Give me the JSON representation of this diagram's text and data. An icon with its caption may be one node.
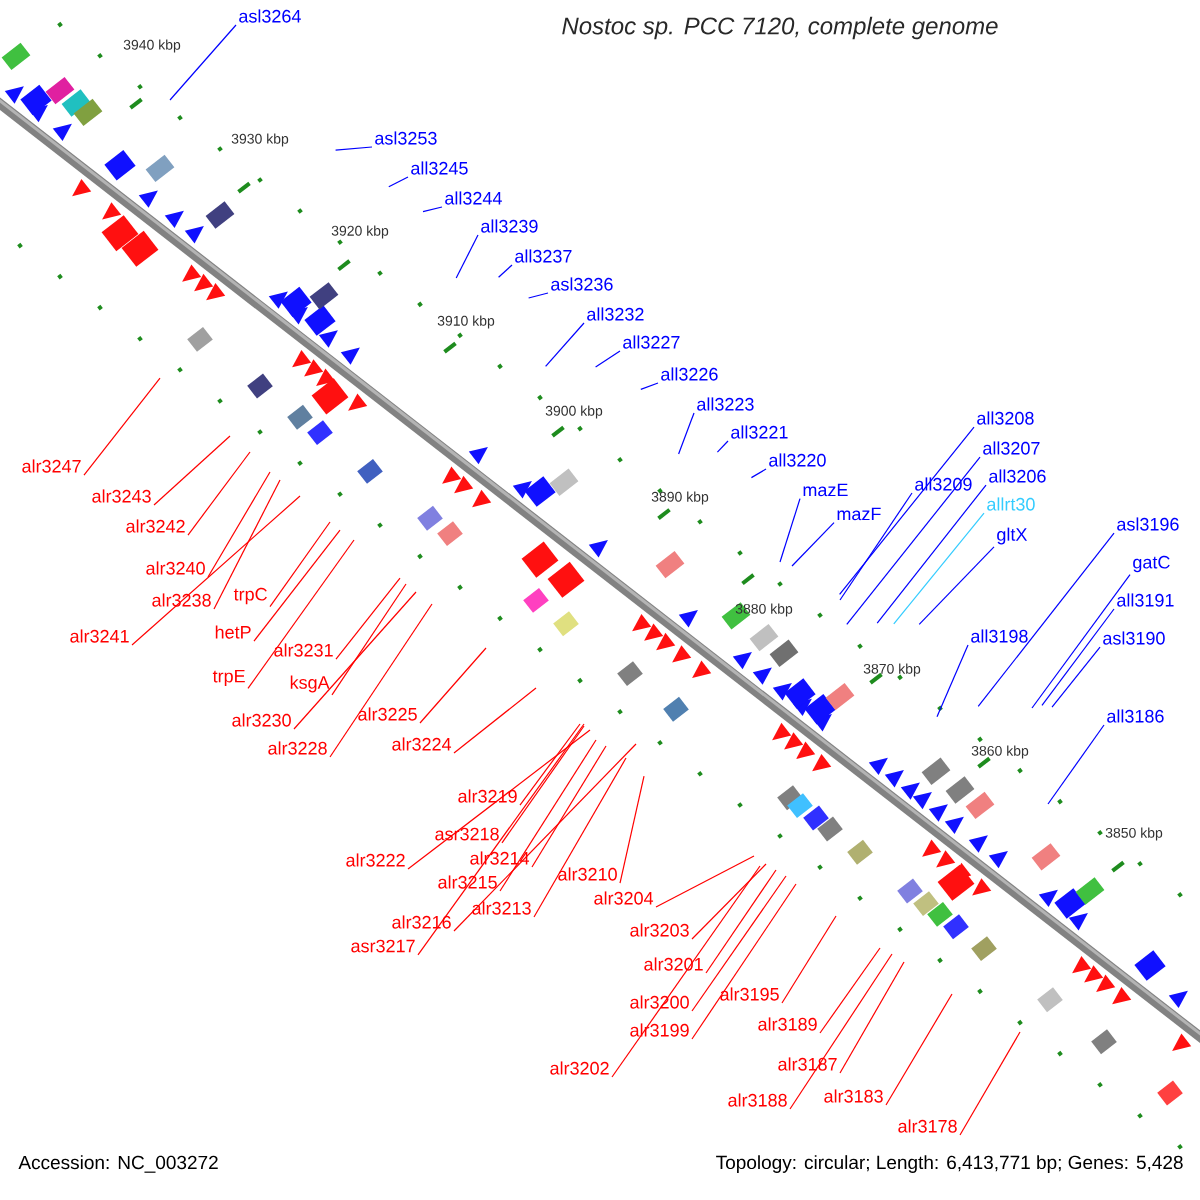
{
  "diagram": {
    "title": "Nostoc sp. PCC 7120, complete genome",
    "nodes": [
      {
        "text": [
          "asl3264"
        ]
      },
      {
        "text": [
          "asl3253"
        ]
      },
      {
        "text": [
          "all3245"
        ]
      },
      {
        "text": [
          "all3244"
        ]
      },
      {
        "text": [
          "all3239"
        ]
      },
      {
        "text": [
          "all3237"
        ]
      },
      {
        "text": [
          "asl3236"
        ]
      },
      {
        "text": [
          "all3232"
        ]
      },
      {
        "text": [
          "all3227"
        ]
      },
      {
        "text": [
          "all3226"
        ]
      },
      {
        "text": [
          "all3223"
        ]
      },
      {
        "text": [
          "all3221"
        ]
      },
      {
        "text": [
          "all3220"
        ]
      },
      {
        "text": [
          "mazE"
        ]
      },
      {
        "text": [
          "mazF"
        ]
      },
      {
        "text": [
          "all3209"
        ]
      },
      {
        "text": [
          "all3208"
        ]
      },
      {
        "text": [
          "all3207"
        ]
      },
      {
        "text": [
          "all3206"
        ]
      },
      {
        "text": [
          "allrt30"
        ]
      },
      {
        "text": [
          "gltX"
        ]
      },
      {
        "text": [
          "all3198"
        ]
      },
      {
        "text": [
          "asl3196"
        ]
      },
      {
        "text": [
          "gatC"
        ]
      },
      {
        "text": [
          "all3191"
        ]
      },
      {
        "text": [
          "asl3190"
        ]
      },
      {
        "text": [
          "all3186"
        ]
      },
      {
        "text": [
          "alr3247"
        ]
      },
      {
        "text": [
          "alr3243"
        ]
      },
      {
        "text": [
          "alr3242"
        ]
      },
      {
        "text": [
          "alr3240"
        ]
      },
      {
        "text": [
          "alr3238"
        ]
      },
      {
        "text": [
          "alr3241"
        ]
      },
      {
        "text": [
          "trpC"
        ]
      },
      {
        "text": [
          "hetP"
        ]
      },
      {
        "text": [
          "trpE"
        ]
      },
      {
        "text": [
          "alr3231"
        ]
      },
      {
        "text": [
          "ksgA"
        ]
      },
      {
        "text": [
          "alr3230"
        ]
      },
      {
        "text": [
          "alr3228"
        ]
      },
      {
        "text": [
          "alr3225"
        ]
      },
      {
        "text": [
          "alr3224"
        ]
      },
      {
        "text": [
          "alr3219"
        ]
      },
      {
        "text": [
          "asr3218"
        ]
      },
      {
        "text": [
          "alr3222"
        ]
      },
      {
        "text": [
          "alr3214"
        ]
      },
      {
        "text": [
          "alr3215"
        ]
      },
      {
        "text": [
          "alr3210"
        ]
      },
      {
        "text": [
          "alr3216"
        ]
      },
      {
        "text": [
          "alr3213"
        ]
      },
      {
        "text": [
          "asr3217"
        ]
      },
      {
        "text": [
          "alr3204"
        ]
      },
      {
        "text": [
          "alr3203"
        ]
      },
      {
        "text": [
          "alr3201"
        ]
      },
      {
        "text": [
          "alr3200"
        ]
      },
      {
        "text": [
          "alr3199"
        ]
      },
      {
        "text": [
          "alr3202"
        ]
      },
      {
        "text": [
          "alr3195"
        ]
      },
      {
        "text": [
          "alr3189"
        ]
      },
      {
        "text": [
          "alr3187"
        ]
      },
      {
        "text": [
          "alr3188"
        ]
      },
      {
        "text": [
          "alr3183"
        ]
      },
      {
        "text": [
          "alr3178"
        ]
      }
    ],
    "edges": [
      {
        "from": 0,
        "to": null,
        "arrow": "none",
        "color": "#0000ff"
      },
      {
        "from": 1,
        "to": null,
        "arrow": "none",
        "color": "#0000ff"
      },
      {
        "from": 2,
        "to": null,
        "arrow": "none",
        "color": "#0000ff"
      },
      {
        "from": 3,
        "to": null,
        "arrow": "none",
        "color": "#0000ff"
      },
      {
        "from": 4,
        "to": null,
        "arrow": "none",
        "color": "#0000ff"
      },
      {
        "from": 5,
        "to": null,
        "arrow": "none",
        "color": "#0000ff"
      },
      {
        "from": 6,
        "to": null,
        "arrow": "none",
        "color": "#0000ff"
      },
      {
        "from": 7,
        "to": null,
        "arrow": "none",
        "color": "#0000ff"
      },
      {
        "from": 8,
        "to": null,
        "arrow": "none",
        "color": "#0000ff"
      },
      {
        "from": 9,
        "to": null,
        "arrow": "none",
        "color": "#0000ff"
      },
      {
        "from": 10,
        "to": null,
        "arrow": "none",
        "color": "#0000ff"
      },
      {
        "from": 11,
        "to": null,
        "arrow": "none",
        "color": "#0000ff"
      },
      {
        "from": 12,
        "to": null,
        "arrow": "none",
        "color": "#0000ff"
      },
      {
        "from": 13,
        "to": null,
        "arrow": "none",
        "color": "#0000ff"
      },
      {
        "from": 14,
        "to": null,
        "arrow": "none",
        "color": "#0000ff"
      },
      {
        "from": 15,
        "to": null,
        "arrow": "none",
        "color": "#0000ff"
      },
      {
        "from": 16,
        "to": null,
        "arrow": "none",
        "color": "#0000ff"
      },
      {
        "from": 17,
        "to": null,
        "arrow": "none",
        "color": "#0000ff"
      },
      {
        "from": 18,
        "to": null,
        "arrow": "none",
        "color": "#0000ff"
      },
      {
        "from": 19,
        "to": null,
        "arrow": "none",
        "color": "#33ccff"
      },
      {
        "from": 20,
        "to": null,
        "arrow": "none",
        "color": "#0000ff"
      },
      {
        "from": 21,
        "to": null,
        "arrow": "none",
        "color": "#0000ff"
      },
      {
        "from": 22,
        "to": null,
        "arrow": "none",
        "color": "#0000ff"
      },
      {
        "from": 23,
        "to": null,
        "arrow": "none",
        "color": "#0000ff"
      },
      {
        "from": 24,
        "to": null,
        "arrow": "none",
        "color": "#0000ff"
      },
      {
        "from": 25,
        "to": null,
        "arrow": "none",
        "color": "#0000ff"
      },
      {
        "from": 26,
        "to": null,
        "arrow": "none",
        "color": "#0000ff"
      },
      {
        "from": 27,
        "to": null,
        "arrow": "none"
      },
      {
        "from": 28,
        "to": null,
        "arrow": "none"
      },
      {
        "from": 29,
        "to": null,
        "arrow": "none"
      },
      {
        "from": 30,
        "to": null,
        "arrow": "none"
      },
      {
        "from": 31,
        "to": null,
        "arrow": "none"
      },
      {
        "from": 32,
        "to": null,
        "arrow": "none"
      },
      {
        "from": 33,
        "to": null,
        "arrow": "none"
      },
      {
        "from": 34,
        "to": null,
        "arrow": "none"
      },
      {
        "from": 35,
        "to": null,
        "arrow": "none"
      },
      {
        "from": 36,
        "to": null,
        "arrow": "none"
      },
      {
        "from": 37,
        "to": null,
        "arrow": "none"
      },
      {
        "from": 38,
        "to": null,
        "arrow": "none"
      },
      {
        "from": 39,
        "to": null,
        "arrow": "none"
      },
      {
        "from": 40,
        "to": null,
        "arrow": "none"
      },
      {
        "from": 41,
        "to": null,
        "arrow": "none"
      },
      {
        "from": 42,
        "to": null,
        "arrow": "none"
      },
      {
        "from": 43,
        "to": null,
        "arrow": "none"
      },
      {
        "from": 44,
        "to": null,
        "arrow": "none"
      },
      {
        "from": 45,
        "to": null,
        "arrow": "none"
      },
      {
        "from": 46,
        "to": null,
        "arrow": "none"
      },
      {
        "from": 47,
        "to": null,
        "arrow": "none"
      },
      {
        "from": 48,
        "to": null,
        "arrow": "none"
      },
      {
        "from": 49,
        "to": null,
        "arrow": "none"
      },
      {
        "from": 50,
        "to": null,
        "arrow": "none"
      },
      {
        "from": 51,
        "to": null,
        "arrow": "none"
      },
      {
        "from": 52,
        "to": null,
        "arrow": "none"
      },
      {
        "from": 53,
        "to": null,
        "arrow": "none"
      },
      {
        "from": 54,
        "to": null,
        "arrow": "none"
      },
      {
        "from": 55,
        "to": null,
        "arrow": "none"
      },
      {
        "from": 56,
        "to": null,
        "arrow": "none"
      },
      {
        "from": 57,
        "to": null,
        "arrow": "none"
      },
      {
        "from": 58,
        "to": null,
        "arrow": "none"
      },
      {
        "from": 59,
        "to": null,
        "arrow": "none"
      },
      {
        "from": 60,
        "to": null,
        "arrow": "none"
      },
      {
        "from": 61,
        "to": null,
        "arrow": "none"
      },
      {
        "from": 62,
        "to": null,
        "arrow": "none"
      }
    ],
    "labels": [
      "3940 kbp",
      "3930 kbp",
      "3920 kbp",
      "3910 kbp",
      "3900 kbp",
      "3890 kbp",
      "3880 kbp",
      "3870 kbp",
      "3860 kbp",
      "3850 kbp",
      "Accession: NC_003272",
      "Topology: circular; Length: 6,413,771 bp; Genes: 5,428"
    ]
  }
}
